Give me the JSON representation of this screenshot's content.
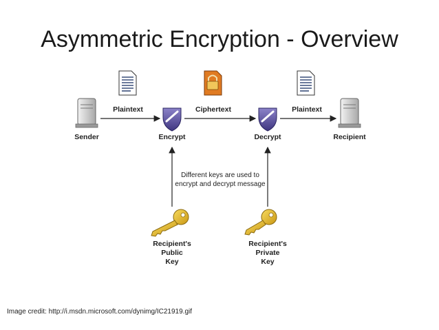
{
  "slide": {
    "title": "Asymmetric Encryption - Overview",
    "credit": "Image credit: http://i.msdn.microsoft.com/dynimg/IC21919.gif"
  },
  "diagram": {
    "nodes": {
      "sender": "Sender",
      "encrypt": "Encrypt",
      "decrypt": "Decrypt",
      "recipient": "Recipient"
    },
    "edges": {
      "plaintext_in": "Plaintext",
      "ciphertext": "Ciphertext",
      "plaintext_out": "Plaintext"
    },
    "note_line1": "Different keys are used to",
    "note_line2": "encrypt and decrypt message",
    "public_key": [
      "Recipient's",
      "Public",
      "Key"
    ],
    "private_key": [
      "Recipient's",
      "Private",
      "Key"
    ]
  },
  "colors": {
    "shield": "#5a4f9a",
    "key": "#e8b923",
    "lock_doc": "#d9731f",
    "doc": "#3a4f7a",
    "server": "#c8c8c8"
  },
  "icons": [
    "server-icon",
    "document-icon",
    "shield-icon",
    "locked-document-icon",
    "key-icon"
  ]
}
